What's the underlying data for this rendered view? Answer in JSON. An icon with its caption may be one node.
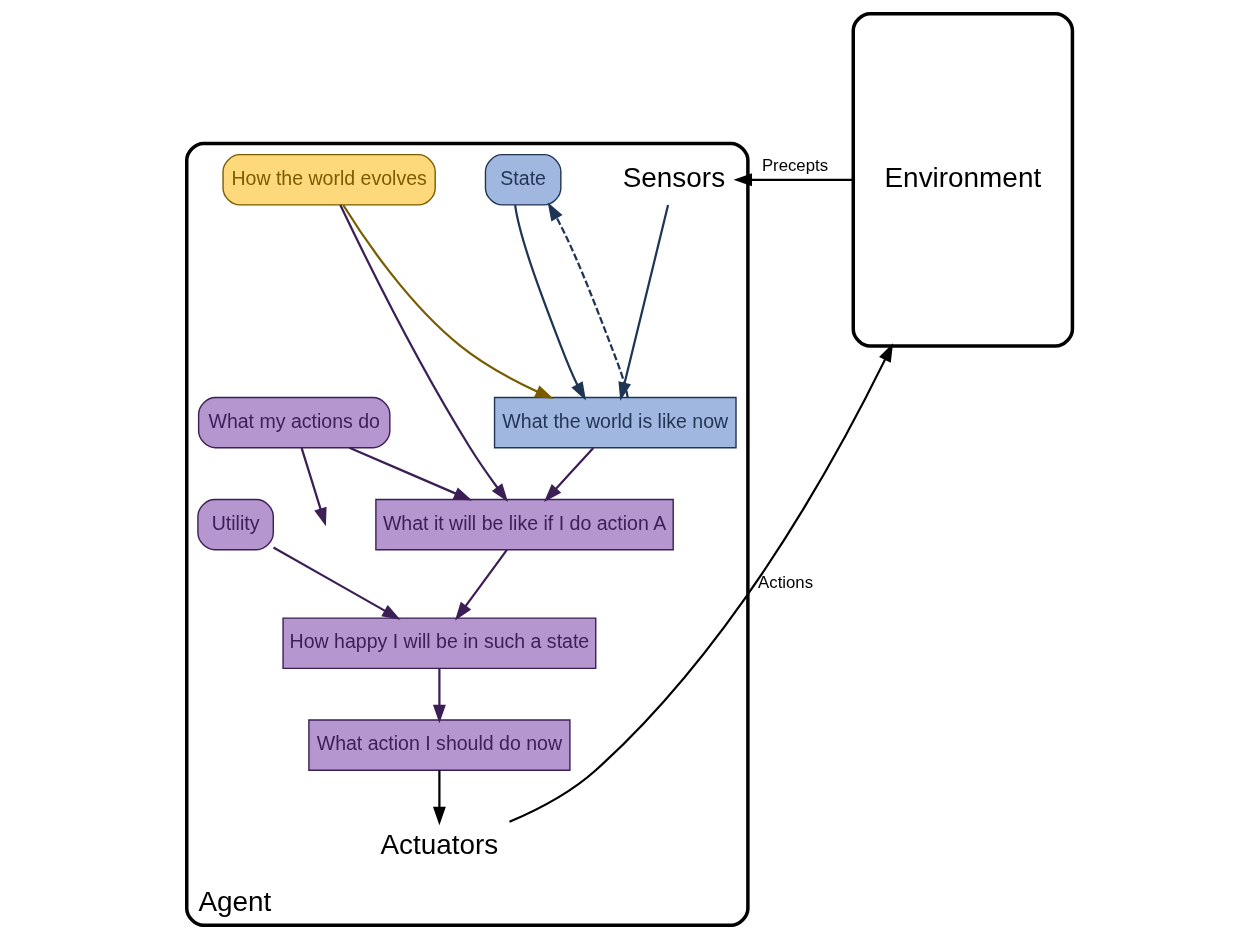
{
  "diagram": {
    "nodes": [
      {
        "text": [
          "Agent"
        ]
      },
      {
        "text": [
          "Environment"
        ]
      },
      {
        "text": [
          "Sensors"
        ],
        "in": 0
      },
      {
        "text": [
          "State"
        ],
        "in": 0
      },
      {
        "text": [
          "How the world evolves"
        ],
        "in": 0
      },
      {
        "text": [
          "What my actions do"
        ],
        "in": 0
      },
      {
        "text": [
          "What the world is like now"
        ],
        "in": 0
      },
      {
        "text": [
          "What it will be like if I do action A"
        ],
        "in": 0
      },
      {
        "text": [
          "Utility"
        ],
        "in": 0
      },
      {
        "text": [
          "How happy I will be in such a state"
        ],
        "in": 0
      },
      {
        "text": [
          "What action I should do now"
        ],
        "in": 0
      },
      {
        "text": [
          "Actuators"
        ],
        "in": 0
      }
    ],
    "edges": [
      {
        "from": 1,
        "to": 2,
        "arrow": "to",
        "label": "Precepts",
        "color": "#000000"
      },
      {
        "from": 2,
        "to": 6,
        "arrow": "to",
        "color": "#1f3554"
      },
      {
        "from": 6,
        "to": 3,
        "arrow": "to",
        "style": "dashed",
        "color": "#1f3554"
      },
      {
        "from": 3,
        "to": 6,
        "arrow": "to",
        "color": "#1f3554"
      },
      {
        "from": 4,
        "to": 6,
        "arrow": "to",
        "color": "#7a5c00"
      },
      {
        "from": 4,
        "to": 7,
        "arrow": "to"
      },
      {
        "from": 5,
        "to": null,
        "arrow": "to"
      },
      {
        "from": 5,
        "to": 7,
        "arrow": "to"
      },
      {
        "from": 6,
        "to": 7,
        "arrow": "to"
      },
      {
        "from": 7,
        "to": 9,
        "arrow": "to"
      },
      {
        "from": 8,
        "to": 9,
        "arrow": "to"
      },
      {
        "from": 9,
        "to": 10,
        "arrow": "to"
      },
      {
        "from": 10,
        "to": 11,
        "arrow": "to",
        "color": "#000000"
      },
      {
        "from": 11,
        "to": 1,
        "arrow": "to",
        "label": "Actions",
        "color": "#000000"
      }
    ]
  }
}
